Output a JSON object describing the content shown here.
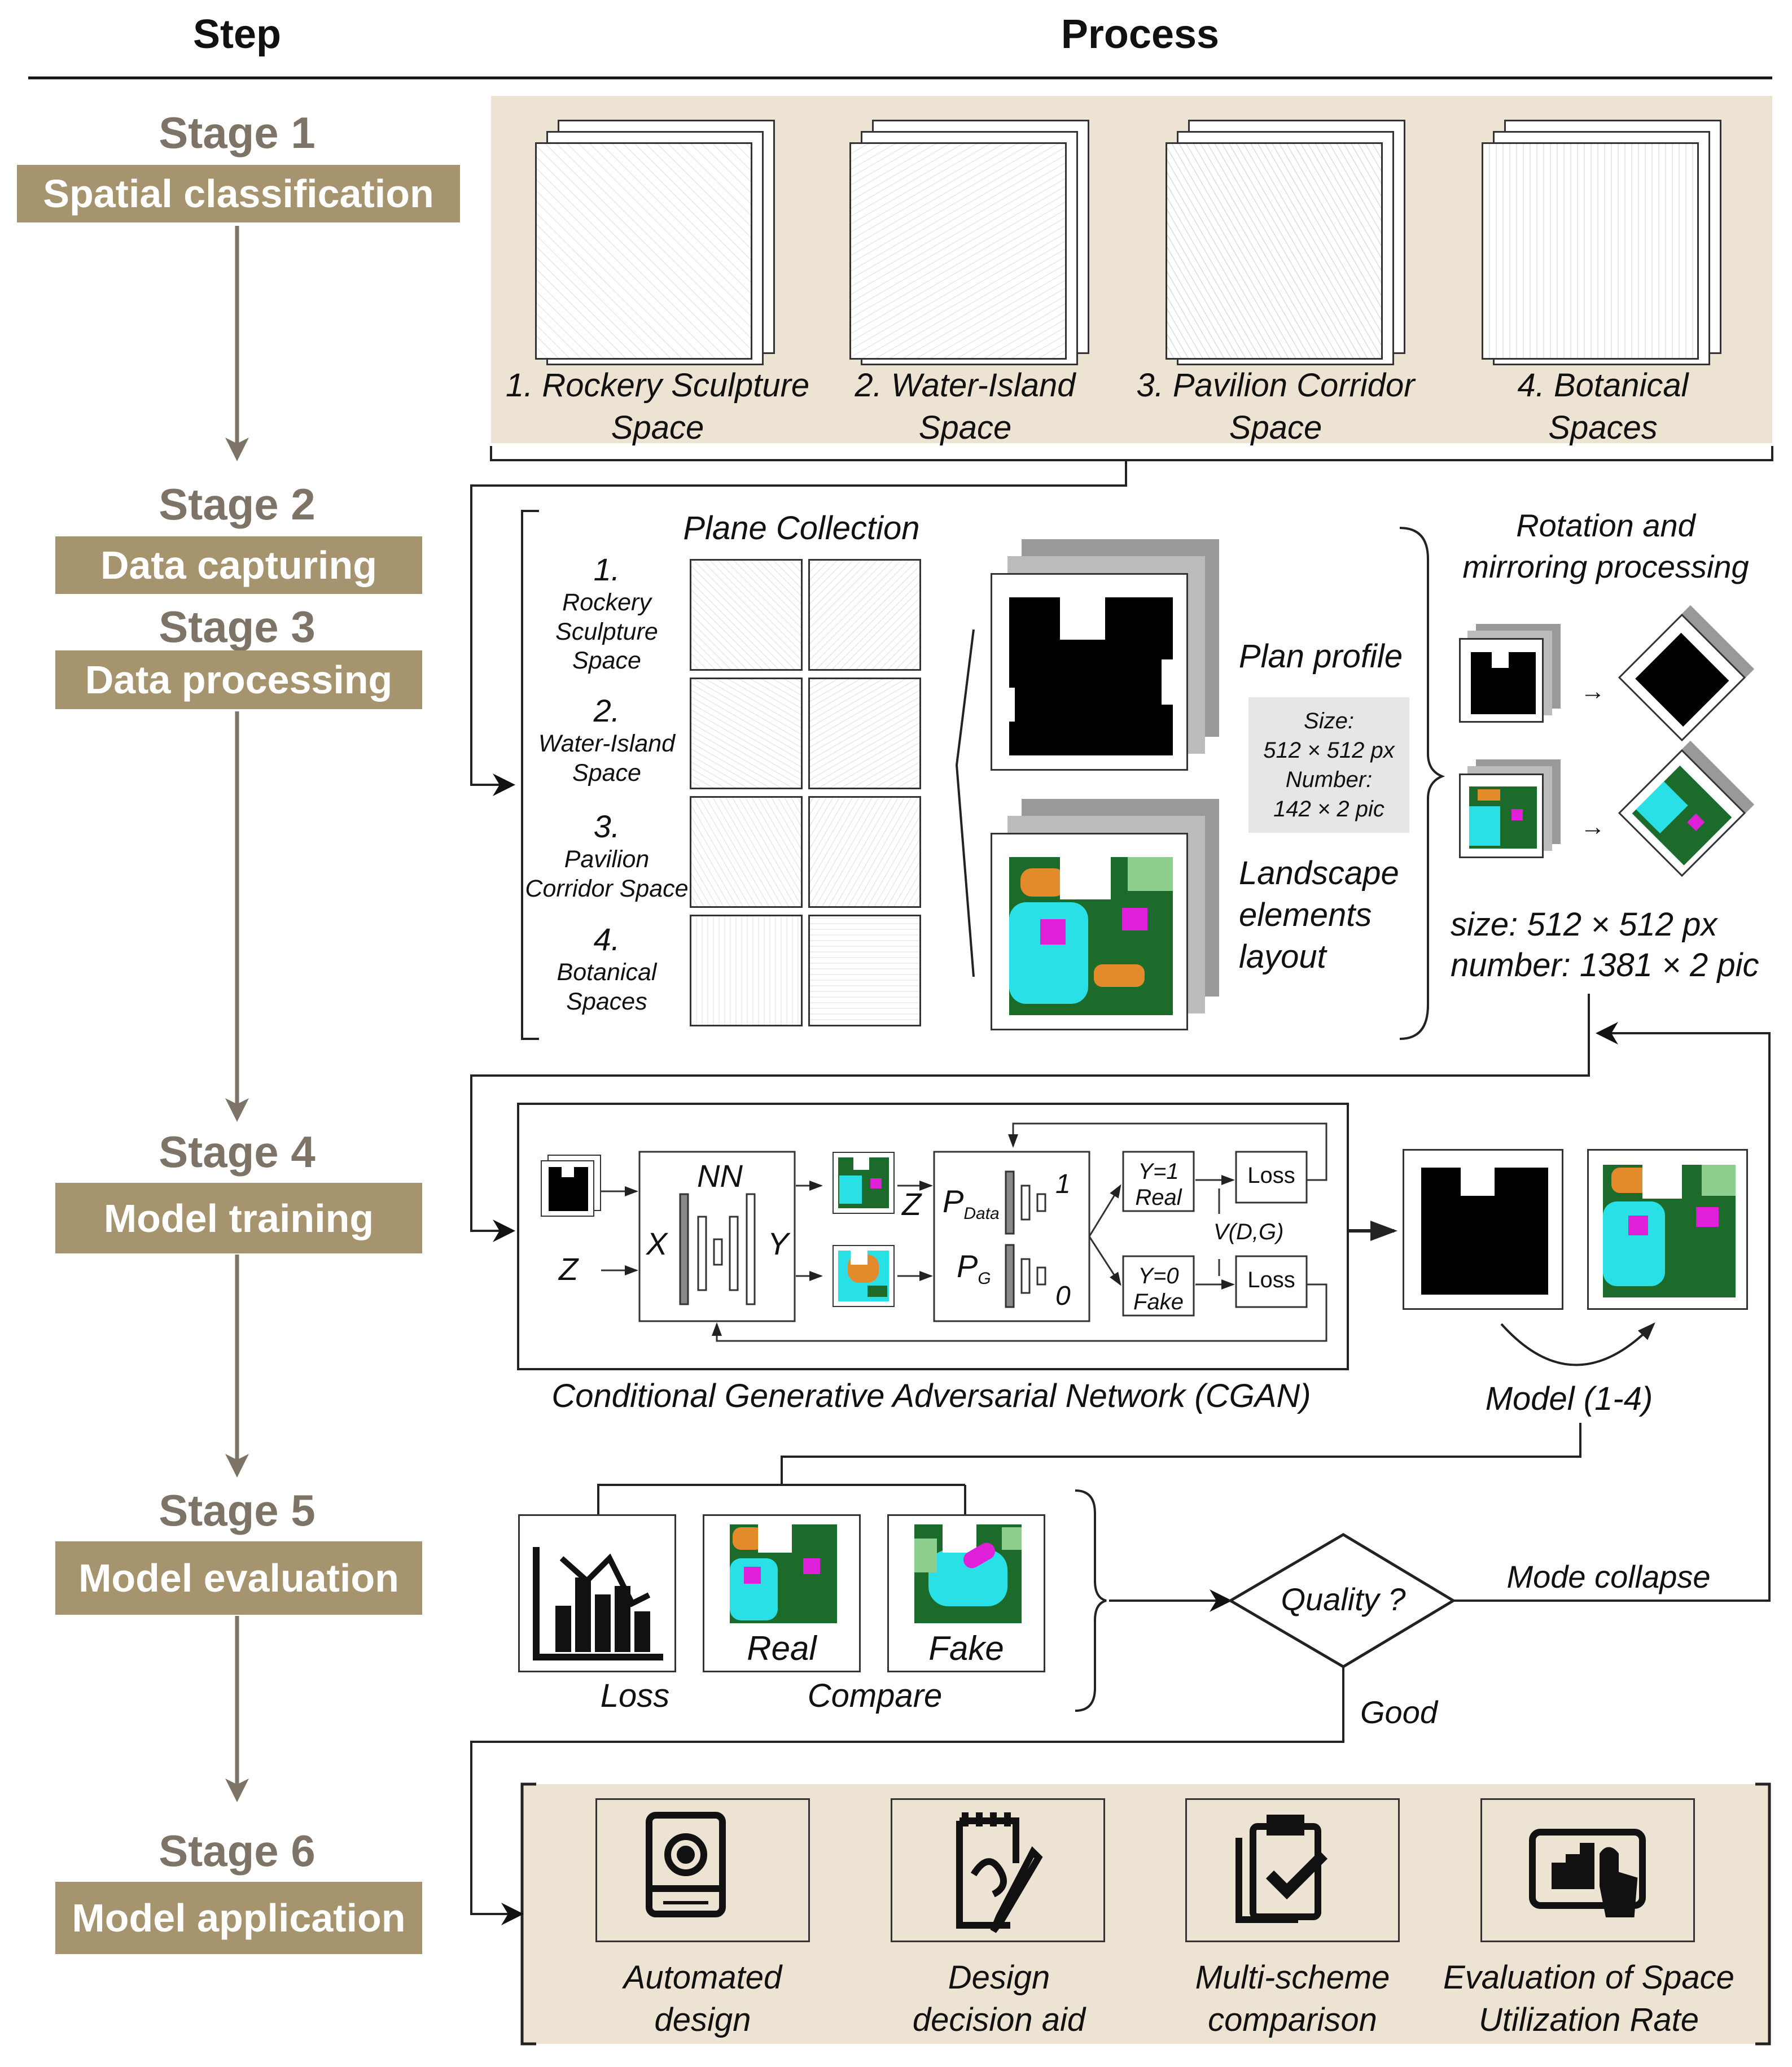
{
  "header": {
    "step": "Step",
    "process": "Process"
  },
  "stages": [
    {
      "num": "Stage 1",
      "label": "Spatial classification"
    },
    {
      "num": "Stage 2",
      "label": "Data capturing"
    },
    {
      "num": "Stage 3",
      "label": "Data processing"
    },
    {
      "num": "Stage 4",
      "label": "Model training"
    },
    {
      "num": "Stage 5",
      "label": "Model evaluation"
    },
    {
      "num": "Stage 6",
      "label": "Model application"
    }
  ],
  "stage1": {
    "spaces": [
      {
        "line1": "1. Rockery Sculpture",
        "line2": "Space"
      },
      {
        "line1": "2. Water-Island",
        "line2": "Space"
      },
      {
        "line1": "3. Pavilion Corridor",
        "line2": "Space"
      },
      {
        "line1": "4. Botanical",
        "line2": "Spaces"
      }
    ]
  },
  "stage23": {
    "plane_collection": "Plane Collection",
    "items": [
      {
        "num": "1.",
        "l1": "Rockery",
        "l2": "Sculpture",
        "l3": "Space"
      },
      {
        "num": "2.",
        "l1": "Water-Island",
        "l2": "Space",
        "l3": ""
      },
      {
        "num": "3.",
        "l1": "Pavilion",
        "l2": "Corridor Space",
        "l3": ""
      },
      {
        "num": "4.",
        "l1": "Botanical",
        "l2": "Spaces",
        "l3": ""
      }
    ],
    "plan_profile": "Plan profile",
    "size_label": "Size:",
    "size_value": "512 × 512 px",
    "number_label": "Number:",
    "number_value": "142 × 2 pic",
    "landscape_1": "Landscape",
    "landscape_2": "elements",
    "landscape_3": "layout",
    "rotation_1": "Rotation and",
    "rotation_2": "mirroring processing",
    "out_size": "size: 512 × 512 px",
    "out_number": "number: 1381 × 2 pic"
  },
  "stage4": {
    "z": "Z",
    "nn": "NN",
    "x": "X",
    "y": "Y",
    "z2": "Z",
    "p": "P",
    "data_sub": "Data",
    "g_sub": "G",
    "one": "1",
    "zero": "0",
    "y1": "Y=1",
    "real": "Real",
    "y0": "Y=0",
    "fake": "Fake",
    "loss": "Loss",
    "vdg": "V(D,G)",
    "cgan": "Conditional Generative Adversarial Network (CGAN)",
    "model": "Model (1-4)"
  },
  "stage5": {
    "real": "Real",
    "fake": "Fake",
    "loss": "Loss",
    "compare": "Compare",
    "quality": "Quality ?",
    "mode_collapse": "Mode collapse",
    "good": "Good"
  },
  "stage6": {
    "apps": [
      {
        "l1": "Automated",
        "l2": "design",
        "icon": "gear-screen-icon"
      },
      {
        "l1": "Design",
        "l2": "decision aid",
        "icon": "notepad-pen-icon"
      },
      {
        "l1": "Multi-scheme",
        "l2": "comparison",
        "icon": "clipboard-check-icon"
      },
      {
        "l1": "Evaluation of Space",
        "l2": "Utilization Rate",
        "icon": "tablet-chart-icon"
      }
    ]
  },
  "colors": {
    "stage_box": "#a6946f",
    "stage_num": "#7d7467",
    "panel_bg": "#ece3d3",
    "arrow": "#7d7467"
  }
}
